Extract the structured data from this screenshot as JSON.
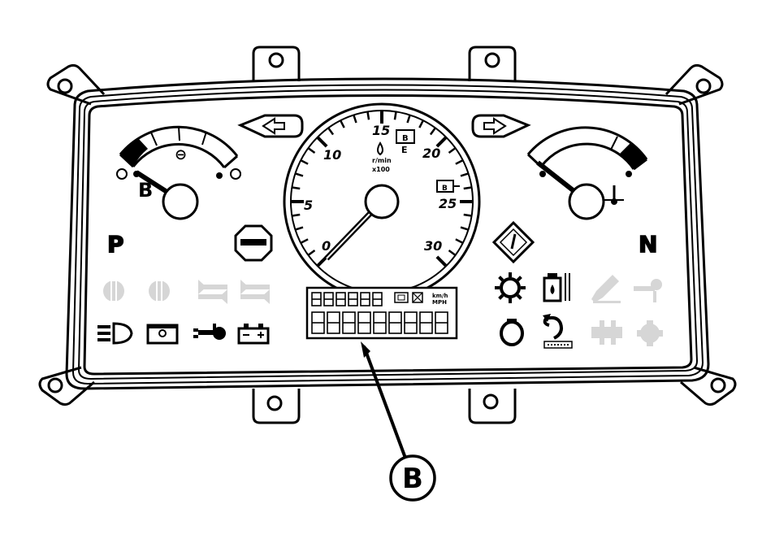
{
  "panel": {
    "left_indicator_letter": "P",
    "right_indicator_letter": "N",
    "left_gauge_letter": "B",
    "callout_letter": "B"
  },
  "tachometer": {
    "ticks": [
      "0",
      "5",
      "10",
      "15",
      "20",
      "25",
      "30"
    ],
    "unit_line1": "r/min",
    "unit_line2": "x100"
  },
  "lcd": {
    "badge_line1": "km/h",
    "badge_line2": "MPH"
  },
  "colors": {
    "ink": "#000000",
    "faded": "#d0d0d0",
    "background": "#ffffff"
  },
  "icons": {
    "left_row1": [
      "brake-light-icon",
      "brake-light-icon",
      "turn-signal-icon",
      "turn-signal-icon"
    ],
    "left_row2": [
      "headlight-icon",
      "maintenance-icon",
      "hand-brake-icon",
      "battery-icon"
    ],
    "right_row1": [
      "glow-plug-icon",
      "fuel-filter-icon",
      "pencil-icon",
      "wrench-icon"
    ],
    "right_row2": [
      "oil-pressure-icon",
      "regeneration-icon",
      "fan-icon",
      "coolant-icon"
    ]
  }
}
